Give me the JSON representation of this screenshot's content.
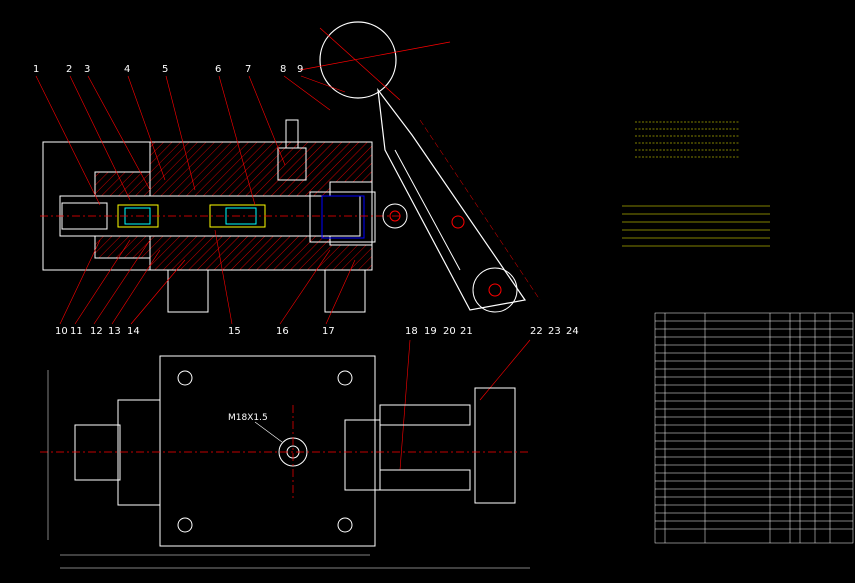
{
  "callouts_top": [
    "1",
    "2",
    "3",
    "4",
    "5",
    "6",
    "7",
    "8",
    "9"
  ],
  "callouts_bottom": [
    "10",
    "11",
    "12",
    "13",
    "14",
    "15",
    "16",
    "17",
    "18",
    "19",
    "20",
    "21",
    "22",
    "23",
    "24"
  ],
  "thread_label": "M18X1.5",
  "colors": {
    "background": "#000000",
    "outline": "#ffffff",
    "section": "#ff0000",
    "centerline": "#ff0000",
    "text": "#ffffff",
    "notes": "#ffff00",
    "cyan": "#00ffff",
    "green": "#00ff00"
  }
}
